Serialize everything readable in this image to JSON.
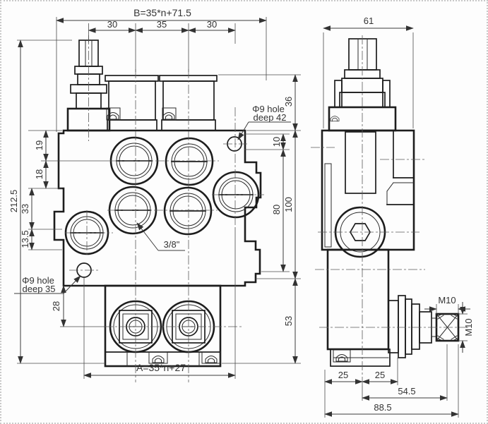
{
  "dims": {
    "b_formula": "B=35*n+71.5",
    "p30a": "30",
    "p35": "35",
    "p30b": "30",
    "d19": "19",
    "d18": "18",
    "d33": "33",
    "d13_5": "13.5",
    "d212_5": "212.5",
    "d28": "28",
    "d36": "36",
    "d10": "10",
    "d80": "80",
    "d100": "100",
    "d53": "53",
    "a_formula": "A=35*n+27",
    "d61": "61",
    "m10_top": "M10",
    "m10_side": "M10",
    "d25a": "25",
    "d25b": "25",
    "d54_5": "54.5",
    "d88_5": "88.5",
    "port_thread": "3/8\"",
    "hole42_line1": "Φ9 hole",
    "hole42_line2": "deep 42",
    "hole35_line1": "Φ9 hole",
    "hole35_line2": "deep 35"
  }
}
